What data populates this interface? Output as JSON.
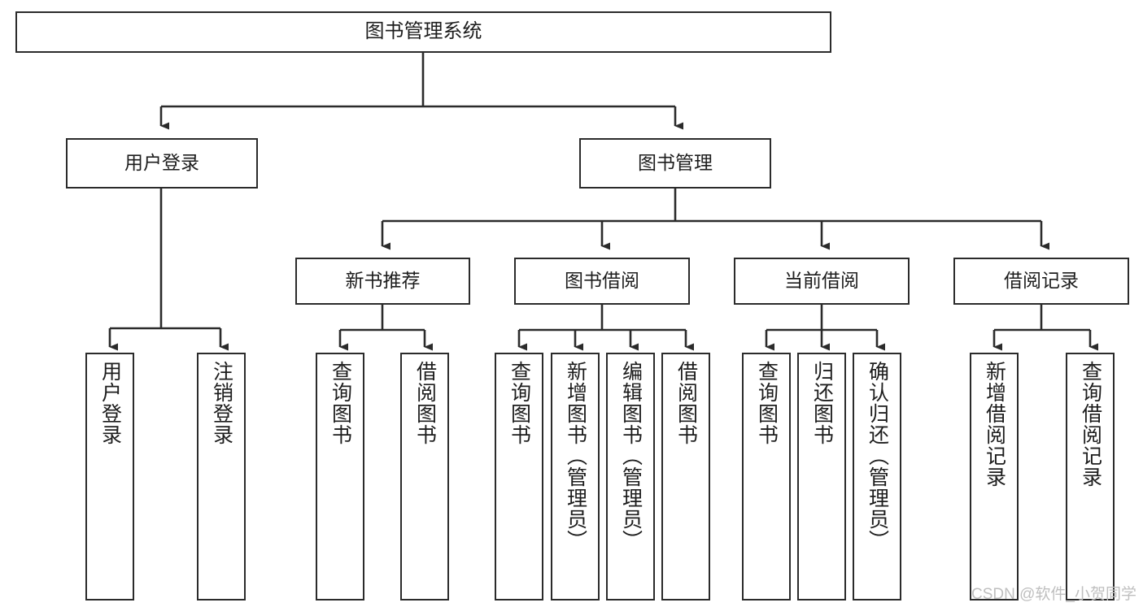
{
  "diagram": {
    "title": "图书管理系统",
    "type": "hierarchy-tree",
    "colors": {
      "box_border": "#2b2b2b",
      "box_fill": "#ffffff",
      "connector": "#2b2b2b",
      "watermark": "#bfbfbf",
      "background": "#ffffff"
    },
    "watermark": "CSDN @软件_小贺同学",
    "nodes": {
      "root": {
        "label": "图书管理系统"
      },
      "level2": [
        {
          "id": "user-login",
          "label": "用户登录"
        },
        {
          "id": "book-management",
          "label": "图书管理"
        }
      ],
      "level3": [
        {
          "id": "new-book-recommend",
          "label": "新书推荐"
        },
        {
          "id": "book-borrow",
          "label": "图书借阅"
        },
        {
          "id": "current-borrow",
          "label": "当前借阅"
        },
        {
          "id": "borrow-record",
          "label": "借阅记录"
        }
      ],
      "leaves": [
        {
          "id": "leaf-user-login",
          "parent": "user-login",
          "label": "用户登录"
        },
        {
          "id": "leaf-logout-login",
          "parent": "user-login",
          "label": "注销登录"
        },
        {
          "id": "leaf-query-book-1",
          "parent": "new-book-recommend",
          "label": "查询图书"
        },
        {
          "id": "leaf-borrow-book-1",
          "parent": "new-book-recommend",
          "label": "借阅图书"
        },
        {
          "id": "leaf-query-book-2",
          "parent": "book-borrow",
          "label": "查询图书"
        },
        {
          "id": "leaf-add-book",
          "parent": "book-borrow",
          "label": "新增图书（管理员）"
        },
        {
          "id": "leaf-edit-book",
          "parent": "book-borrow",
          "label": "编辑图书（管理员）"
        },
        {
          "id": "leaf-borrow-book-2",
          "parent": "book-borrow",
          "label": "借阅图书"
        },
        {
          "id": "leaf-query-book-3",
          "parent": "current-borrow",
          "label": "查询图书"
        },
        {
          "id": "leaf-return-book",
          "parent": "current-borrow",
          "label": "归还图书"
        },
        {
          "id": "leaf-confirm-return",
          "parent": "current-borrow",
          "label": "确认归还（管理员）"
        },
        {
          "id": "leaf-add-record",
          "parent": "borrow-record",
          "label": "新增借阅记录"
        },
        {
          "id": "leaf-query-record",
          "parent": "borrow-record",
          "label": "查询借阅记录"
        }
      ]
    }
  }
}
